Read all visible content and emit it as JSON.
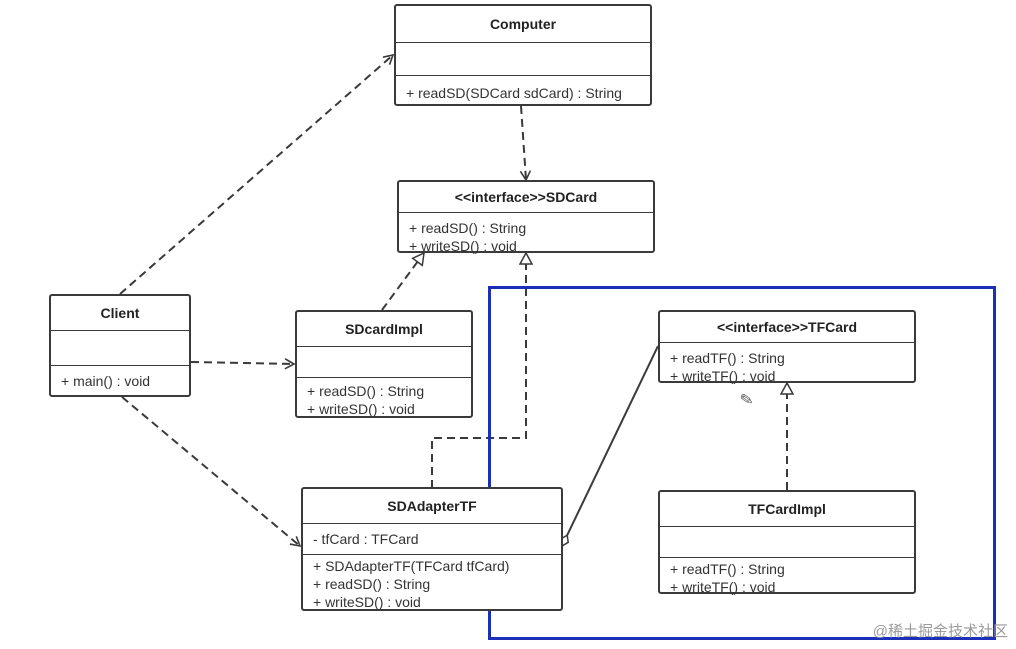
{
  "classes": {
    "computer": {
      "title": "Computer",
      "attrs": [],
      "ops": [
        "+ readSD(SDCard sdCard) : String"
      ]
    },
    "sdcard": {
      "title": "<<interface>>SDCard",
      "ops": [
        "+ readSD() : String",
        "+ writeSD() : void"
      ]
    },
    "client": {
      "title": "Client",
      "attrs": [],
      "ops": [
        "+ main() : void"
      ]
    },
    "sdcardimpl": {
      "title": "SDcardImpl",
      "attrs": [],
      "ops": [
        "+ readSD() : String",
        "+ writeSD() : void"
      ]
    },
    "sdadaptertf": {
      "title": "SDAdapterTF",
      "attrs": [
        "- tfCard : TFCard"
      ],
      "ops": [
        "+ SDAdapterTF(TFCard tfCard)",
        "+ readSD() : String",
        "+ writeSD() : void"
      ]
    },
    "tfcard": {
      "title": "<<interface>>TFCard",
      "ops": [
        "+ readTF() : String",
        "+ writeTF() : void"
      ]
    },
    "tfcardimpl": {
      "title": "TFCardImpl",
      "attrs": [],
      "ops": [
        "+ readTF() : String",
        "+ writeTF() : void"
      ]
    }
  },
  "watermark": "@稀土掘金技术社区",
  "colors": {
    "frame": "#1b2fb8",
    "stroke": "#3a3a3a"
  }
}
